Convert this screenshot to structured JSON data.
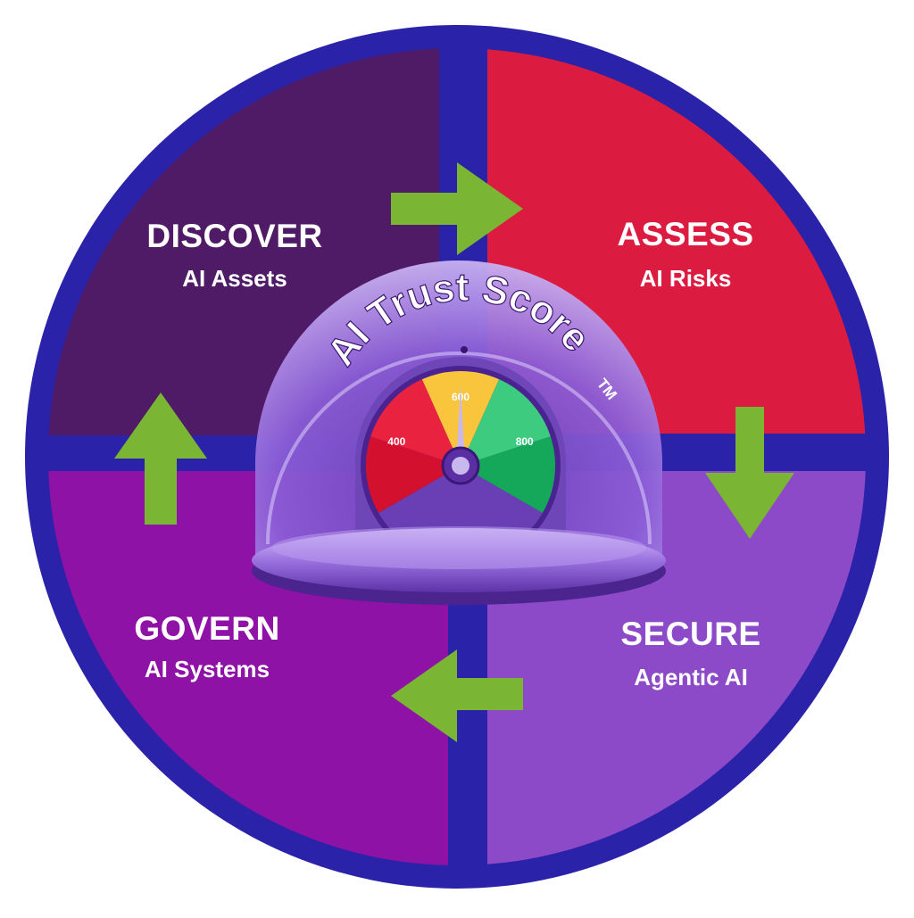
{
  "quadrants": [
    {
      "key": "discover",
      "title": "DISCOVER",
      "subtitle": "AI Assets",
      "color": "#4F1A66"
    },
    {
      "key": "assess",
      "title": "ASSESS",
      "subtitle": "AI Risks",
      "color": "#DC1B41"
    },
    {
      "key": "secure",
      "title": "SECURE",
      "subtitle": "Agentic AI",
      "color": "#8C49C8"
    },
    {
      "key": "govern",
      "title": "GOVERN",
      "subtitle": "AI Systems",
      "color": "#8E12A6"
    }
  ],
  "ring_color": "#2A22A8",
  "arrow_color": "#7BB534",
  "gauge": {
    "title": "AI Trust Score",
    "trademark": "TM",
    "ticks": [
      "400",
      "600",
      "800"
    ],
    "segment_colors": [
      "#D3102E",
      "#E8223F",
      "#F9C53D",
      "#3DCB80",
      "#16A85A"
    ],
    "needle_value": 600
  }
}
